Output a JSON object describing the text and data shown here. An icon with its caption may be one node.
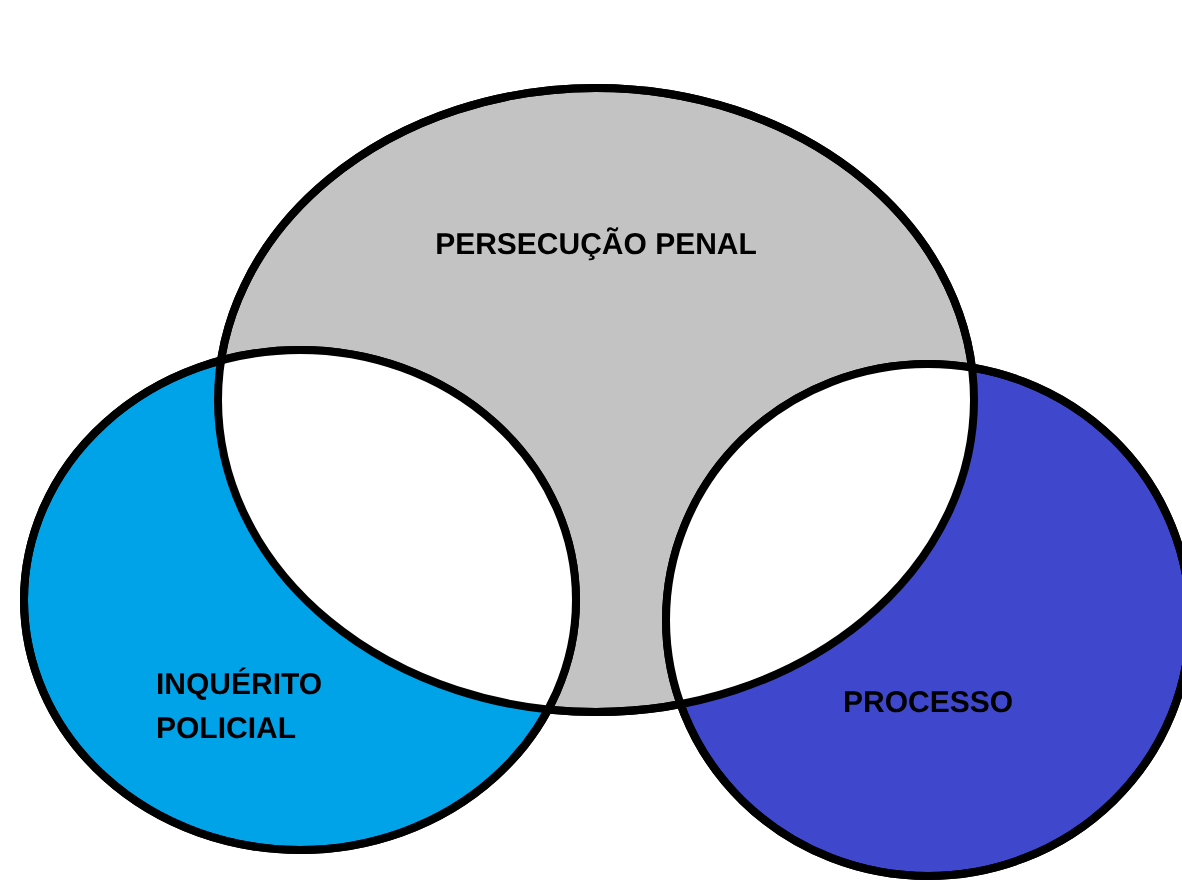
{
  "diagram": {
    "nodes": [
      {
        "text": [
          "PERSECUÇÃO PENAL"
        ]
      },
      {
        "text": [
          "INQUÉRITO POLICIAL"
        ]
      },
      {
        "text": [
          "PROCESSO"
        ]
      }
    ]
  }
}
